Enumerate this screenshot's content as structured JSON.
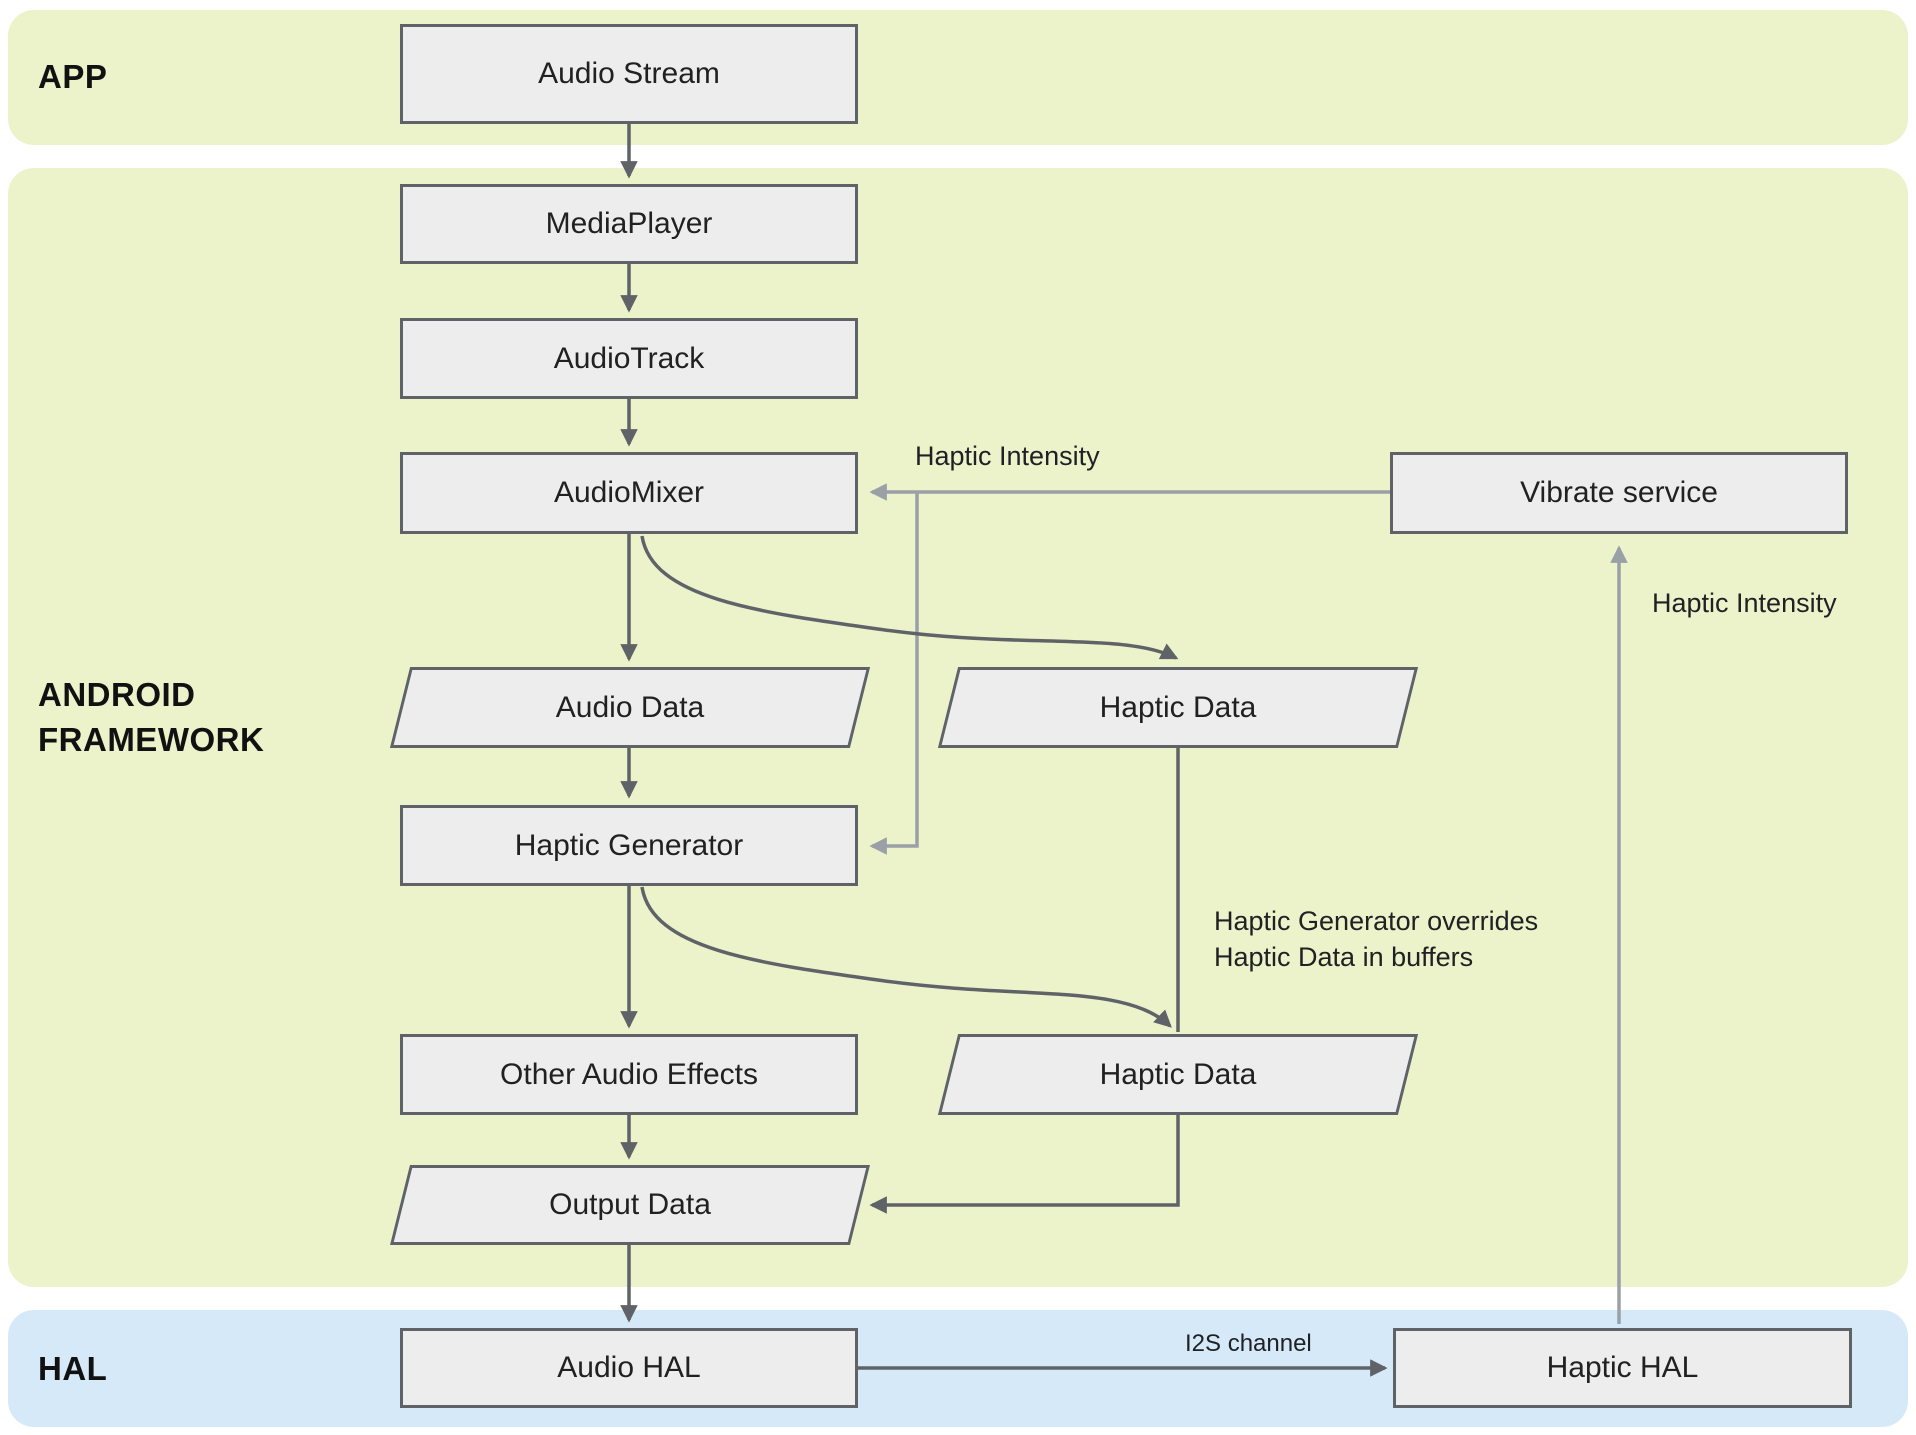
{
  "title": "Audio-coupled haptics data flow diagram",
  "bands": {
    "app": "APP",
    "framework": "ANDROID\nFRAMEWORK",
    "hal": "HAL"
  },
  "nodes": {
    "audio_stream": "Audio Stream",
    "media_player": "MediaPlayer",
    "audio_track": "AudioTrack",
    "audio_mixer": "AudioMixer",
    "vibrate_service": "Vibrate service",
    "audio_data": "Audio Data",
    "haptic_data_1": "Haptic Data",
    "haptic_generator": "Haptic Generator",
    "other_audio_effects": "Other Audio Effects",
    "haptic_data_2": "Haptic Data",
    "output_data": "Output Data",
    "audio_hal": "Audio HAL",
    "haptic_hal": "Haptic HAL"
  },
  "annotations": {
    "haptic_intensity_top": "Haptic Intensity",
    "haptic_intensity_right": "Haptic Intensity",
    "override_note": "Haptic Generator overrides\nHaptic Data in buffers",
    "i2s_channel": "I2S channel"
  },
  "edges": [
    {
      "from": "audio_stream",
      "to": "media_player",
      "style": "dark"
    },
    {
      "from": "media_player",
      "to": "audio_track",
      "style": "dark"
    },
    {
      "from": "audio_track",
      "to": "audio_mixer",
      "style": "dark"
    },
    {
      "from": "audio_mixer",
      "to": "audio_data",
      "style": "dark"
    },
    {
      "from": "audio_mixer",
      "to": "haptic_data_1",
      "style": "dark-curve"
    },
    {
      "from": "audio_data",
      "to": "haptic_generator",
      "style": "dark"
    },
    {
      "from": "haptic_generator",
      "to": "other_audio_effects",
      "style": "dark"
    },
    {
      "from": "haptic_generator",
      "to": "haptic_data_2",
      "style": "dark-curve"
    },
    {
      "from": "haptic_data_1",
      "to": "haptic_data_2",
      "style": "dark"
    },
    {
      "from": "other_audio_effects",
      "to": "output_data",
      "style": "dark"
    },
    {
      "from": "haptic_data_2",
      "to": "output_data",
      "style": "dark-elbow"
    },
    {
      "from": "output_data",
      "to": "audio_hal",
      "style": "dark"
    },
    {
      "from": "audio_hal",
      "to": "haptic_hal",
      "style": "dark",
      "label": "I2S channel"
    },
    {
      "from": "vibrate_service",
      "to": "audio_mixer",
      "style": "gray",
      "label": "Haptic Intensity"
    },
    {
      "from": "vibrate_service",
      "to": "haptic_generator",
      "style": "gray-elbow"
    },
    {
      "from": "haptic_hal",
      "to": "vibrate_service",
      "style": "gray",
      "label": "Haptic Intensity"
    }
  ],
  "colors": {
    "band_green": "#ECF2CA",
    "band_blue": "#D5E9F9",
    "node_fill": "#EDEDED",
    "node_border": "#5F6368",
    "arrow_dark": "#5F6368",
    "arrow_gray": "#9AA0A6",
    "text": "#202124",
    "background": "#FFFFFF"
  }
}
